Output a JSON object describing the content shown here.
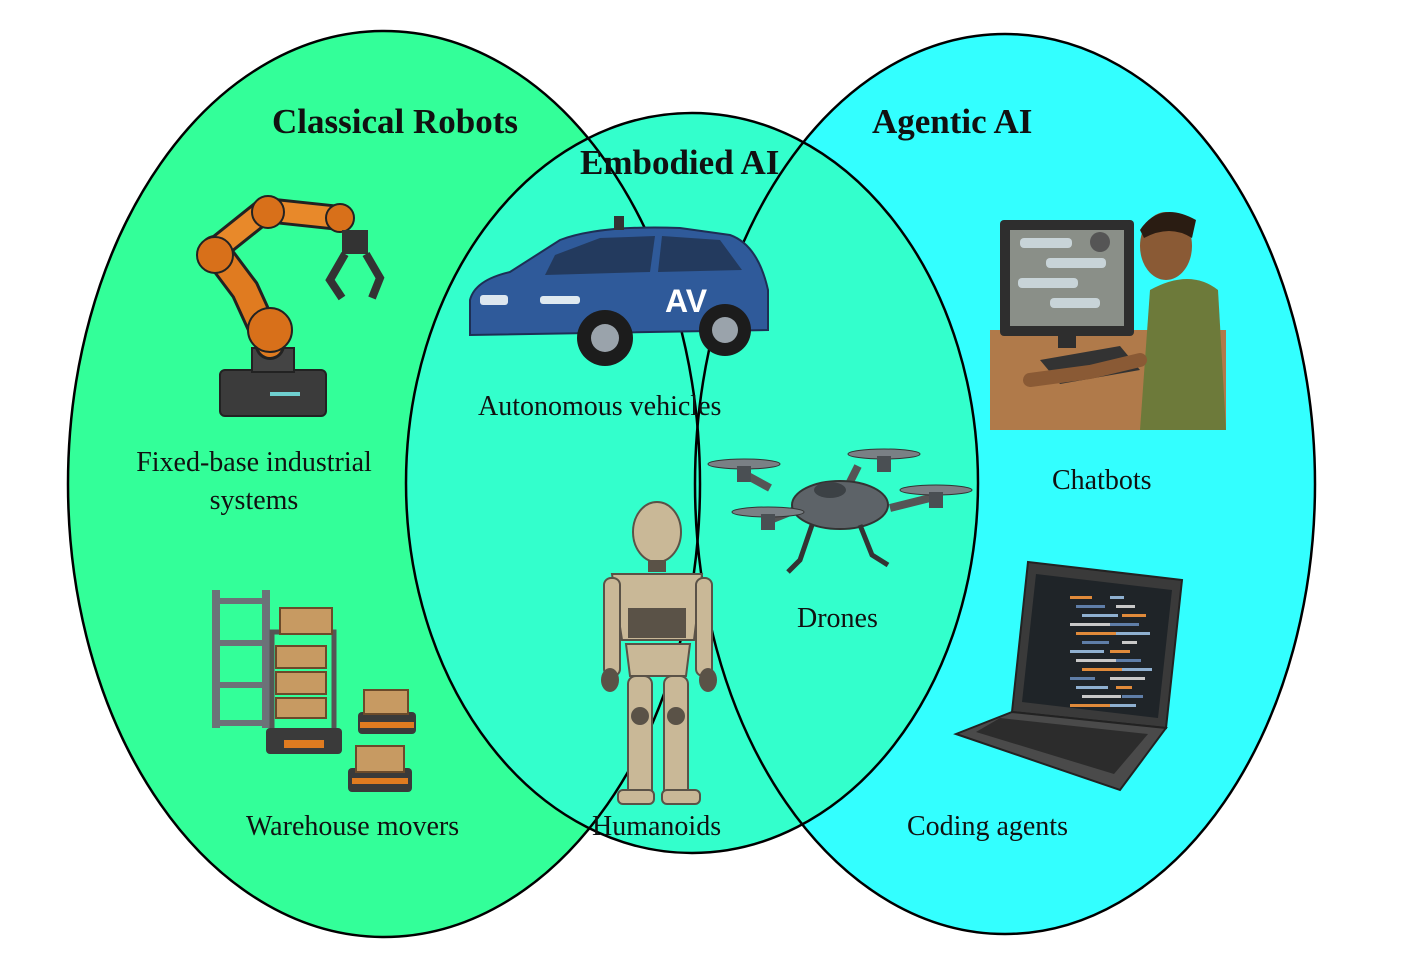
{
  "colors": {
    "classical": "#33ff99",
    "agentic": "#33ffff",
    "embodied": "#33ffcc",
    "outline": "#000000"
  },
  "sets": {
    "classical_robots": {
      "title": "Classical Robots",
      "items": [
        "Fixed-base industrial systems",
        "Warehouse movers"
      ],
      "icons": [
        "robot-arm-icon",
        "warehouse-rack-icon"
      ]
    },
    "embodied_ai": {
      "title": "Embodied AI",
      "items": [
        "Autonomous vehicles",
        "Drones",
        "Humanoids"
      ],
      "icons": [
        "car-icon",
        "drone-icon",
        "humanoid-robot-icon"
      ],
      "car_badge": "AV"
    },
    "agentic_ai": {
      "title": "Agentic AI",
      "items": [
        "Chatbots",
        "Coding agents"
      ],
      "icons": [
        "person-at-computer-icon",
        "laptop-code-icon"
      ]
    }
  }
}
